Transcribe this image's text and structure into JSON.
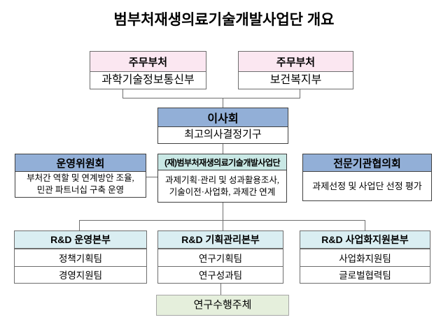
{
  "title": "범부처재생의료기술개발사업단 개요",
  "colors": {
    "pink": "#fbe7f1",
    "blue": "#92afd7",
    "teal": "#c9e8e5",
    "cyan": "#daeef2",
    "green": "#e5efdc"
  },
  "ministries": [
    {
      "header": "주무부처",
      "name": "과학기술정보통신부"
    },
    {
      "header": "주무부처",
      "name": "보건복지부"
    }
  ],
  "board": {
    "header": "이사회",
    "body": "최고의사결정기구"
  },
  "committee": {
    "header": "운영위원회",
    "line1": "부처간 역할 및 연계방안 조율,",
    "line2": "민관 파트너십 구축 운영"
  },
  "foundation": {
    "header": "(재)범부처재생의료기술개발사업단",
    "line1": "과제기획·관리 및 성과활용조사,",
    "line2": "기술이전·사업화, 과제간 연계"
  },
  "expert_council": {
    "header": "전문기관협의회",
    "body": "과제선정 및 사업단 선정 평가"
  },
  "divisions": [
    {
      "header": "R&D 운영본부",
      "teams": [
        "정책기획팀",
        "경영지원팀"
      ]
    },
    {
      "header": "R&D 기획관리본부",
      "teams": [
        "연구기획팀",
        "연구성과팀"
      ]
    },
    {
      "header": "R&D 사업화지원본부",
      "teams": [
        "사업화지원팀",
        "글로벌협력팀"
      ]
    }
  ],
  "research_entity": "연구수행주체"
}
